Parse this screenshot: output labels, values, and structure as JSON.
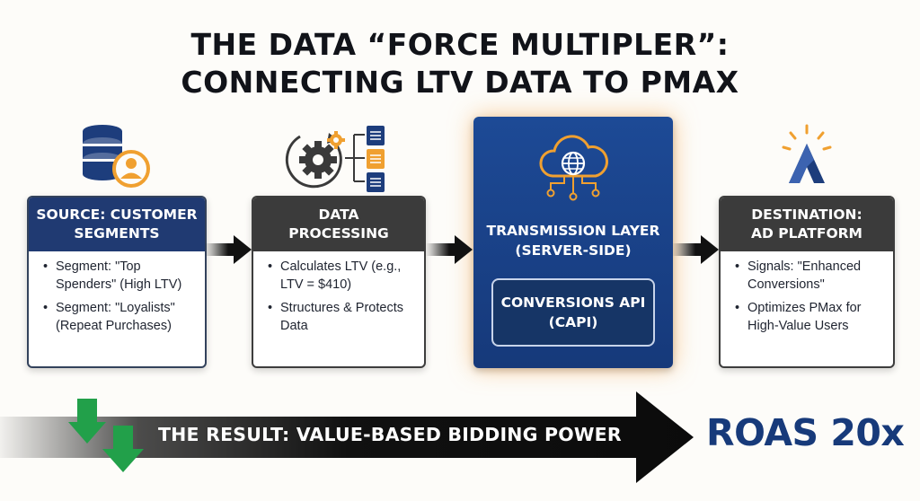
{
  "title": {
    "line1": "THE DATA “FORCE MULTIPLER”:",
    "line2": "CONNECTING LTV DATA TO PMAX"
  },
  "steps": {
    "source": {
      "head_line1": "SOURCE: CUSTOMER",
      "head_line2": "SEGMENTS",
      "icon": "database-customer-icon",
      "bullets": [
        "Segment: \"Top Spenders\" (High LTV)",
        "Segment: \"Loyalists\" (Repeat Purchases)"
      ]
    },
    "processing": {
      "head_line1": "DATA",
      "head_line2": "PROCESSING",
      "icon": "gears-documents-icon",
      "bullets": [
        "Calculates LTV (e.g., LTV = $410)",
        "Structures & Protects Data"
      ]
    },
    "transmission": {
      "title_line1": "TRANSMISSION LAYER",
      "title_line2": "(SERVER-SIDE)",
      "icon": "cloud-network-icon",
      "inner_line1": "CONVERSIONS API",
      "inner_line2": "(CAPI)"
    },
    "destination": {
      "head_line1": "DESTINATION:",
      "head_line2": "AD PLATFORM",
      "icon": "ad-platform-logo-icon",
      "bullets": [
        "Signals: \"Enhanced Conversions\"",
        "Optimizes PMax for High-Value Users"
      ]
    }
  },
  "result": {
    "label": "THE RESULT: VALUE-BASED BIDDING POWER",
    "metric": "ROAS 20x",
    "icon": "down-arrows-icon"
  },
  "colors": {
    "navy": "#203a72",
    "dark_header": "#3b3b3b",
    "orange": "#f0a030",
    "green": "#22a04a",
    "roas_blue": "#173a7a"
  }
}
